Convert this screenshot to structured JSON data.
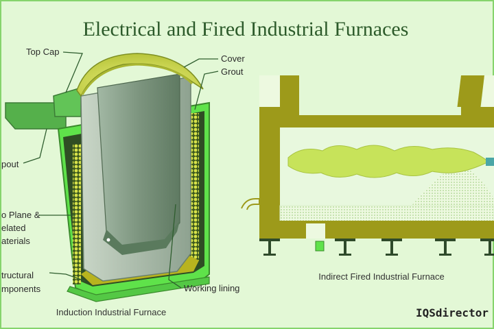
{
  "title": "Electrical and Fired Industrial Furnaces",
  "induction": {
    "caption": "Induction Industrial Furnace",
    "labels": {
      "top_cap": "Top Cap",
      "cover": "Cover",
      "grout": "Grout",
      "spout": "pout",
      "coil_line1": "o Plane &",
      "coil_line2": "elated",
      "coil_line3": "aterials",
      "struct_line1": "tructural",
      "struct_line2": "mponents",
      "working_lining": "Working lining"
    }
  },
  "fired": {
    "caption": "Indirect Fired Industrial Furnace"
  },
  "brand": "IQSdirector",
  "colors": {
    "background": "#e3f8d6",
    "olive": "#9d9a1a",
    "bright_green": "#5fe24a",
    "grey_lining": "#7f9a84",
    "flame": "#c7e35a",
    "title": "#2c5a2a"
  }
}
